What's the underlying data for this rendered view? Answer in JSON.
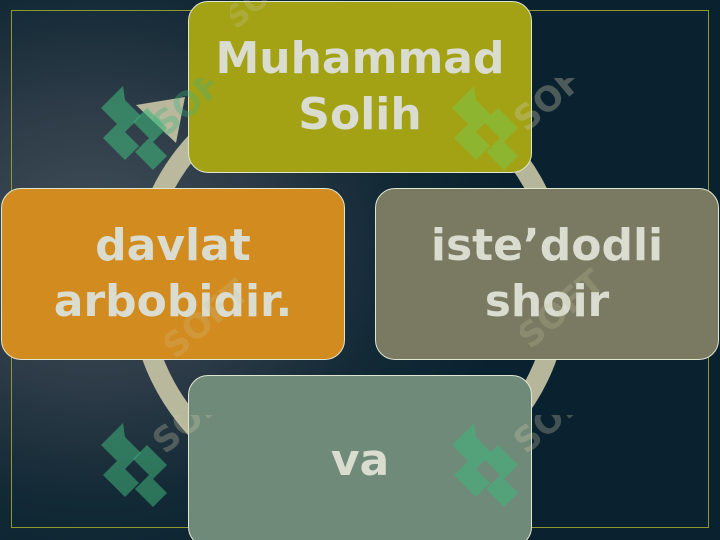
{
  "cycle": {
    "top": {
      "line1": "Muhammad",
      "line2": "Solih"
    },
    "right": {
      "line1": "iste’dodli",
      "line2": "shoir"
    },
    "bottom": {
      "line1": "va"
    },
    "left": {
      "line1": "davlat",
      "line2": "arbobidir."
    }
  },
  "watermark": {
    "text": "SOFT"
  },
  "colors": {
    "top": "#a3a214",
    "right": "#7a7a62",
    "bottom": "#708a7a",
    "left": "#d28b1e",
    "ring": "#c9c7a6",
    "frame": "#8f9828"
  }
}
